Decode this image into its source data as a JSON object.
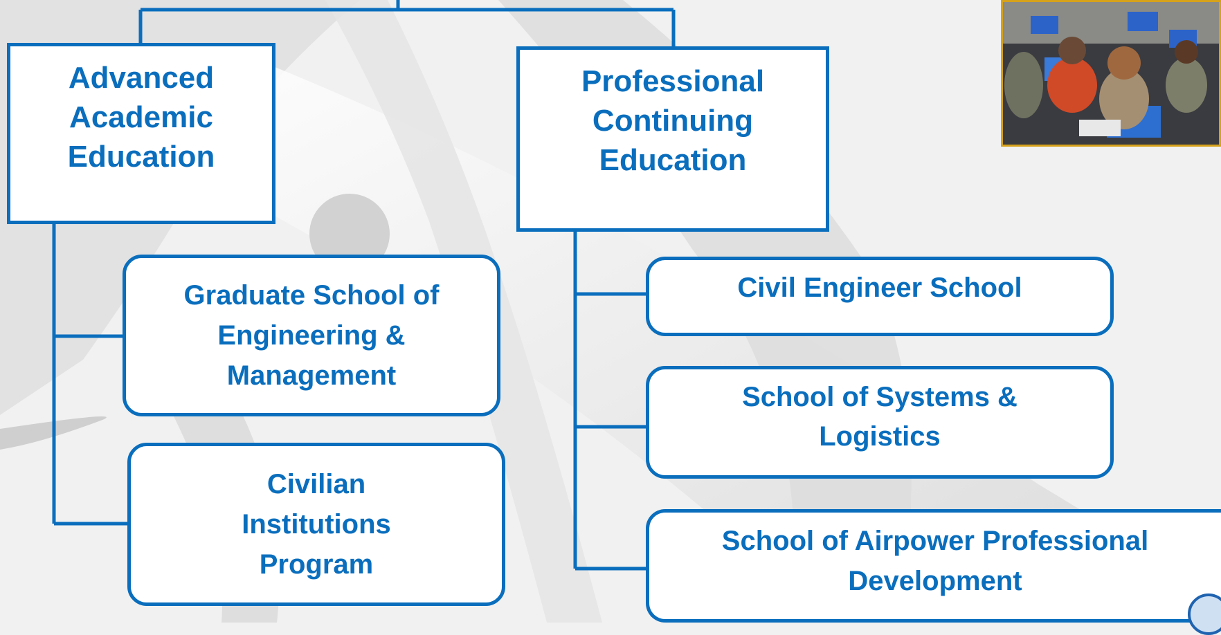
{
  "diagram": {
    "branches": [
      {
        "title": "Advanced Academic Education",
        "children": [
          "Graduate School of Engineering & Management",
          "Civilian Institutions Program"
        ]
      },
      {
        "title": "Professional Continuing Education",
        "children": [
          "Civil Engineer School",
          "School of Systems & Logistics",
          "School of Airpower Professional Development"
        ]
      }
    ]
  },
  "colors": {
    "accent": "#0a6ebd",
    "photo_border": "#d6a21a",
    "background": "#f1f1f1"
  },
  "icons": {
    "photo": "classroom-photo",
    "corner": "emblem-icon"
  }
}
